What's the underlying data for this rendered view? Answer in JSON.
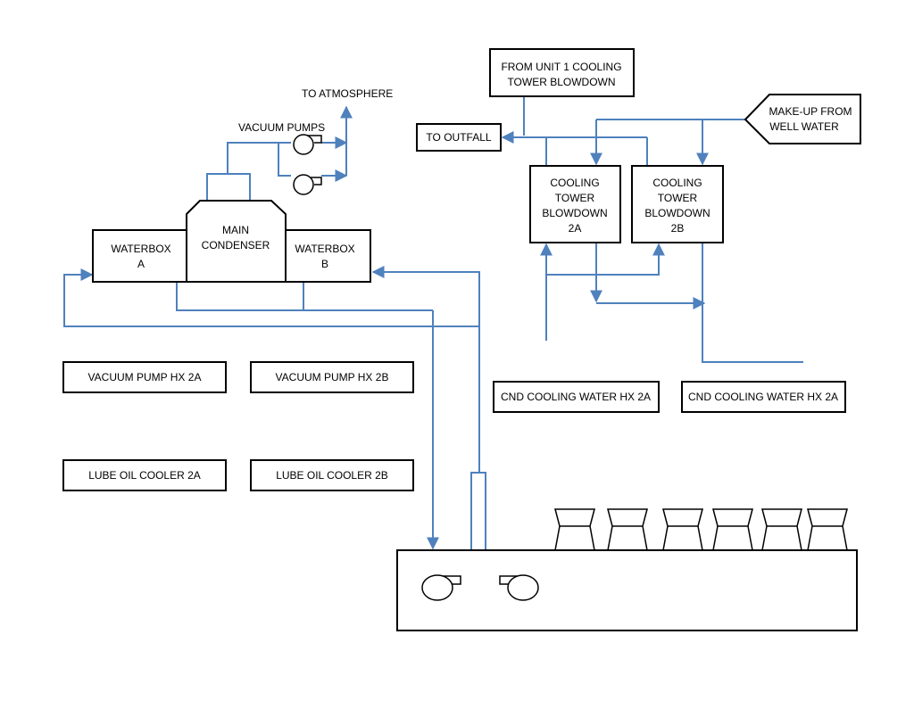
{
  "colors": {
    "pipe": "#4f81bd",
    "outline": "#000000",
    "background": "#ffffff"
  },
  "labels": {
    "to_atmosphere": "TO ATMOSPHERE",
    "vacuum_pumps": "VACUUM PUMPS",
    "to_outfall": "TO OUTFALL",
    "from_unit1": [
      "FROM UNIT 1 COOLING",
      "TOWER BLOWDOWN"
    ],
    "makeup": [
      "MAKE-UP FROM",
      "WELL WATER"
    ],
    "ct_2a": [
      "COOLING",
      "TOWER",
      "BLOWDOWN",
      "2A"
    ],
    "ct_2b": [
      "COOLING",
      "TOWER",
      "BLOWDOWN",
      "2B"
    ],
    "main_condenser": [
      "MAIN",
      "CONDENSER"
    ],
    "waterbox_a": [
      "WATERBOX",
      "A"
    ],
    "waterbox_b": [
      "WATERBOX",
      "B"
    ],
    "vp_hx_2a": "VACUUM PUMP HX 2A",
    "vp_hx_2b": "VACUUM PUMP HX 2B",
    "cnd_hx_1": "CND COOLING WATER HX 2A",
    "cnd_hx_2": "CND COOLING WATER HX 2A",
    "lube_2a": "LUBE OIL COOLER 2A",
    "lube_2b": "LUBE OIL COOLER 2B"
  }
}
